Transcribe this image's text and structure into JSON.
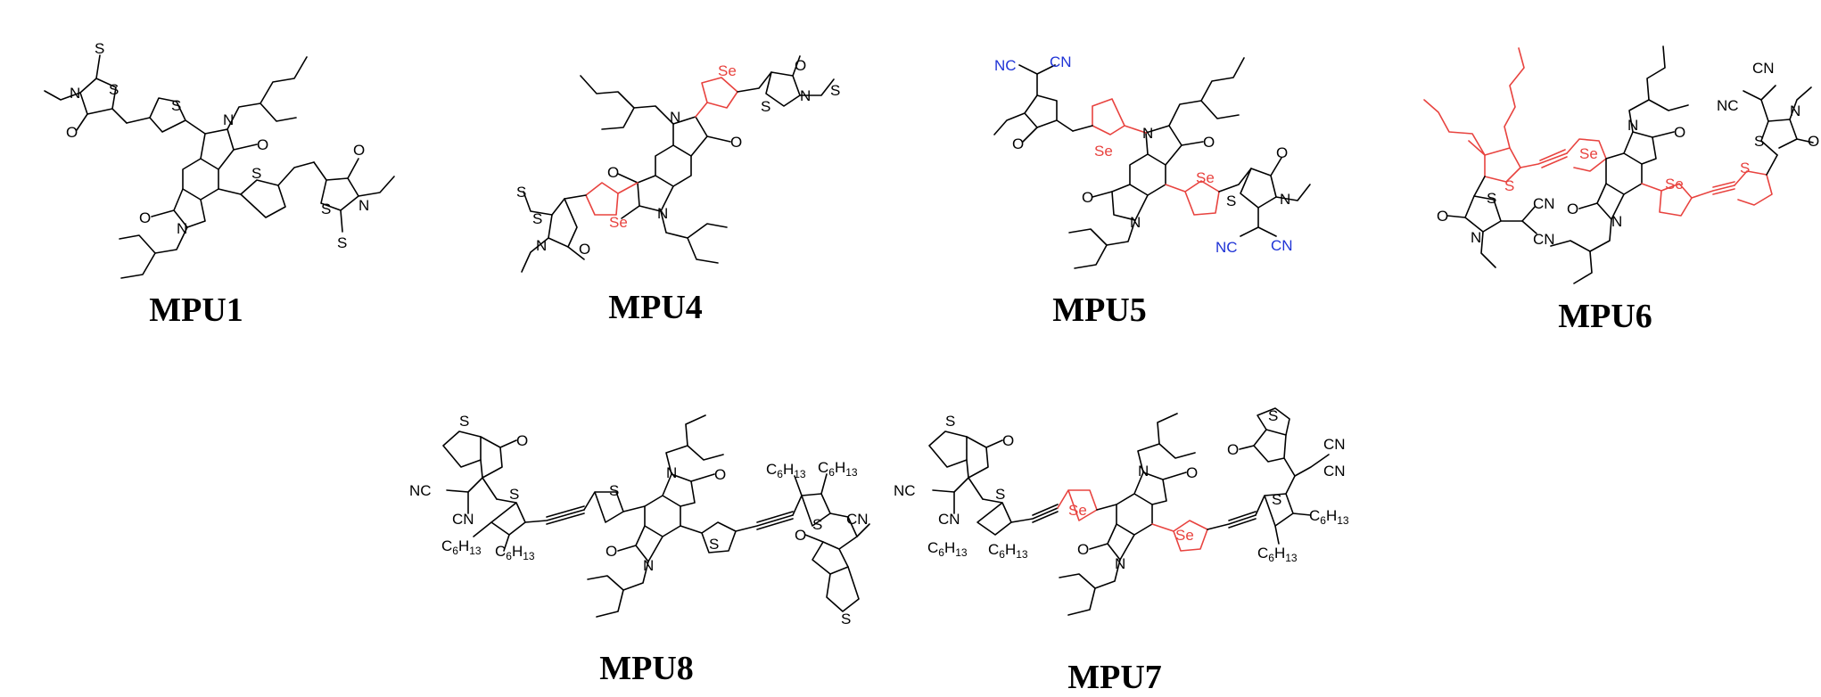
{
  "compounds": [
    {
      "label": "MPU1",
      "accent": "#000000"
    },
    {
      "label": "MPU4",
      "accent": "#e8433f"
    },
    {
      "label": "MPU5",
      "accent": "#e8433f"
    },
    {
      "label": "MPU6",
      "accent": "#e8433f"
    },
    {
      "label": "MPU8",
      "accent": "#000000"
    },
    {
      "label": "MPU7",
      "accent": "#e8433f"
    }
  ],
  "atoms": {
    "S": "S",
    "N": "N",
    "O": "O",
    "Se": "Se",
    "NC": "NC",
    "CN": "CN",
    "C": "C",
    "H": "H",
    "n6": "6",
    "n13": "13"
  },
  "colors": {
    "bond": "#000000",
    "selenophene": "#e8433f",
    "cyano": "#1f33d6"
  }
}
